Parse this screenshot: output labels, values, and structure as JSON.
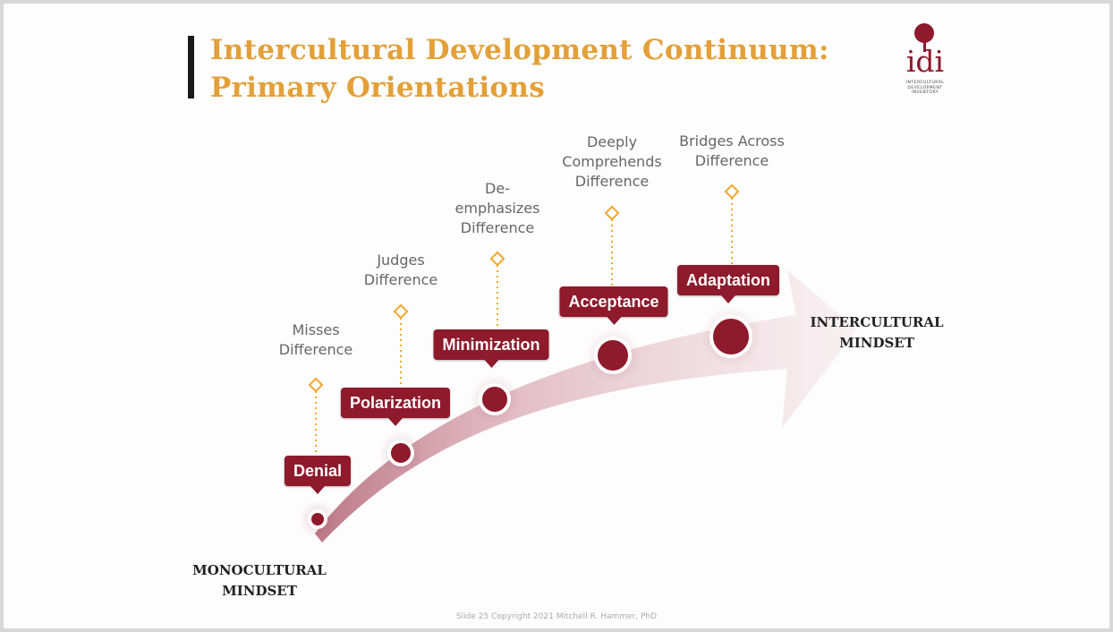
{
  "title": {
    "line1": "Intercultural Development Continuum:",
    "line2": "Primary Orientations"
  },
  "logo": {
    "text": "idi",
    "subtext": "INTERCULTURAL DEVELOPMENT INVENTORY"
  },
  "stages": [
    {
      "label": "Denial",
      "description": [
        "Misses",
        "Difference"
      ]
    },
    {
      "label": "Polarization",
      "description": [
        "Judges",
        "Difference"
      ]
    },
    {
      "label": "Minimization",
      "description": [
        "De-",
        "emphasizes",
        "Difference"
      ]
    },
    {
      "label": "Acceptance",
      "description": [
        "Deeply",
        "Comprehends",
        "Difference"
      ]
    },
    {
      "label": "Adaptation",
      "description": [
        "Bridges Across",
        "Difference"
      ]
    }
  ],
  "mindsets": {
    "start": [
      "MONOCULTURAL",
      "MINDSET"
    ],
    "end": [
      "INTERCULTURAL",
      "MINDSET"
    ]
  },
  "colors": {
    "accent": "#8e1a2c",
    "title": "#e3a038",
    "connector": "#f0a830",
    "arrow": "#e8c8d0"
  },
  "footer": "Slide 25 Copyright 2021 Mitchell R. Hammer, PhD"
}
